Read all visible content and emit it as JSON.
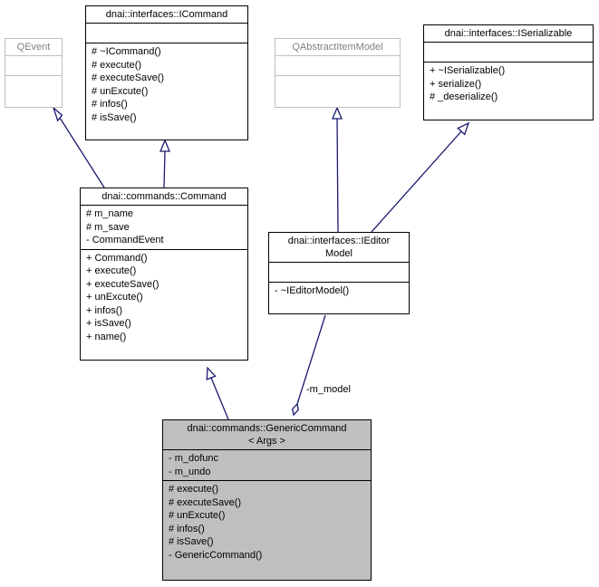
{
  "classes": {
    "qevent": {
      "title": [
        "QEvent"
      ],
      "attributes": [],
      "methods": []
    },
    "icommand": {
      "title": [
        "dnai::interfaces::ICommand"
      ],
      "attributes": [],
      "methods": [
        "# ~ICommand()",
        "# execute()",
        "# executeSave()",
        "# unExcute()",
        "# infos()",
        "# isSave()"
      ]
    },
    "qabstractitemmodel": {
      "title": [
        "QAbstractItemModel"
      ],
      "attributes": [],
      "methods": []
    },
    "iserializable": {
      "title": [
        "dnai::interfaces::ISerializable"
      ],
      "attributes": [],
      "methods": [
        "+ ~ISerializable()",
        "+ serialize()",
        "# _deserialize()"
      ]
    },
    "command": {
      "title": [
        "dnai::commands::Command"
      ],
      "attributes": [
        "# m_name",
        "# m_save",
        "- CommandEvent"
      ],
      "methods": [
        "+ Command()",
        "+ execute()",
        "+ executeSave()",
        "+ unExcute()",
        "+ infos()",
        "+ isSave()",
        "+ name()"
      ]
    },
    "ieditormodel": {
      "title": [
        "dnai::interfaces::IEditor",
        "Model"
      ],
      "attributes": [],
      "methods": [
        "- ~IEditorModel()"
      ]
    },
    "genericcommand": {
      "title": [
        "dnai::commands::GenericCommand",
        "< Args >"
      ],
      "attributes": [
        "- m_dofunc",
        "- m_undo"
      ],
      "methods": [
        "# execute()",
        "# executeSave()",
        "# unExcute()",
        "# infos()",
        "# isSave()",
        "- GenericCommand()"
      ]
    }
  },
  "relations": {
    "model_member_label": "-m_model"
  },
  "colors": {
    "edge": "#191970",
    "focus_fill": "#bfbfbf",
    "external_border": "#bfbfbf",
    "external_text": "#808080"
  }
}
